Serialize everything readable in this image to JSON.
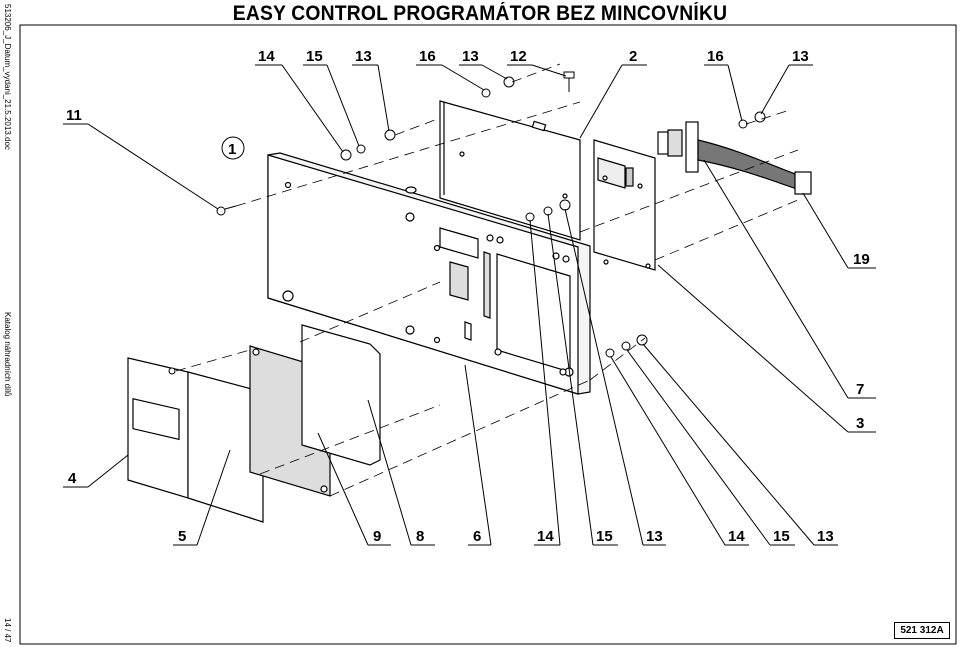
{
  "header": {
    "title": "EASY CONTROL PROGRAMÁTOR BEZ MINCOVNÍKU"
  },
  "margin": {
    "filename": "513206_J_Datum_vydani_21.5.2013.doc",
    "catalog": "Katalog náhradních dílů",
    "page": "14 / 47"
  },
  "footer": {
    "doc_number": "521 312A"
  },
  "callouts": {
    "top": [
      "14",
      "15",
      "13",
      "16",
      "13",
      "12",
      "2",
      "16",
      "13"
    ],
    "left": [
      "11",
      "4"
    ],
    "right": [
      "19",
      "7",
      "3"
    ],
    "bottom": [
      "5",
      "9",
      "8",
      "6",
      "14",
      "15",
      "13",
      "14",
      "15",
      "13"
    ],
    "circled": "1"
  }
}
